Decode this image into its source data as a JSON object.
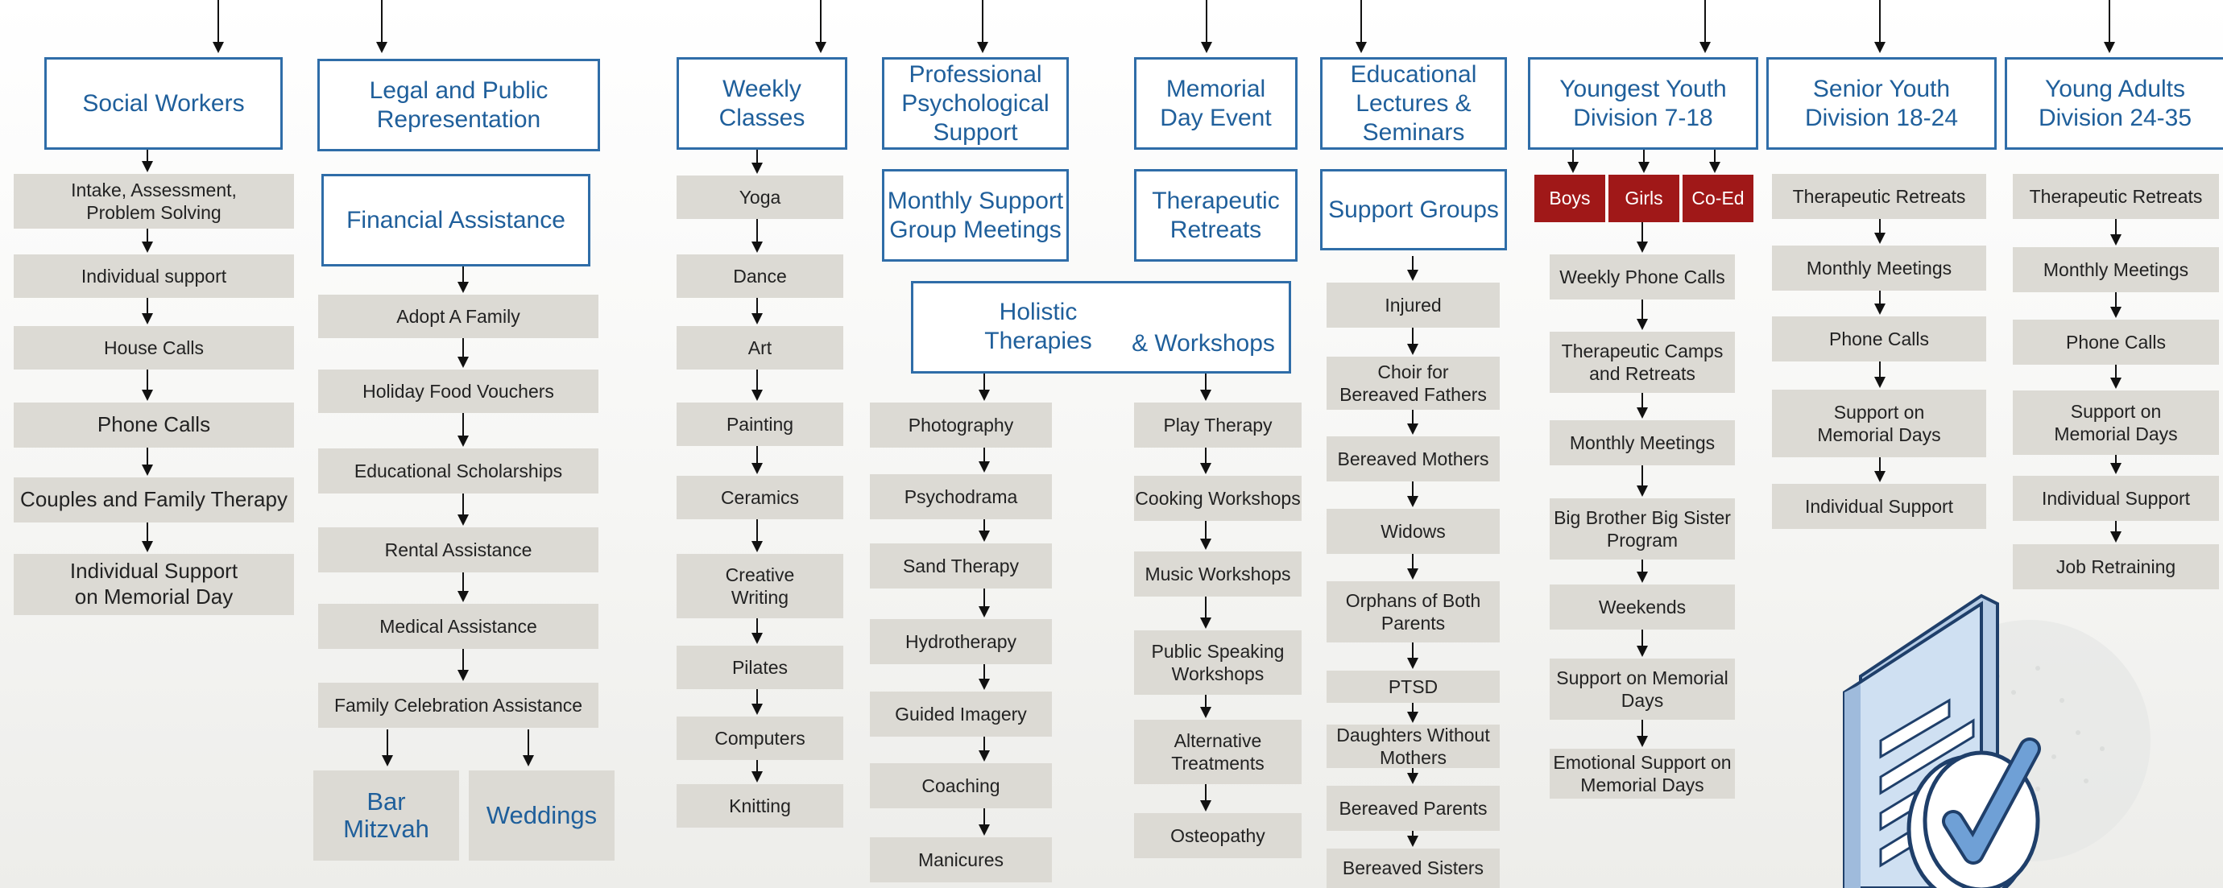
{
  "columns": {
    "social_workers": {
      "header": "Social Workers",
      "items": [
        "Intake, Assessment,\nProblem Solving",
        "Individual support",
        "House Calls",
        "Phone Calls",
        "Couples and Family Therapy",
        "Individual Support\non Memorial Day"
      ]
    },
    "legal": {
      "header": "Legal and Public\nRepresentation",
      "financial_header": "Financial Assistance",
      "items": [
        "Adopt A Family",
        "Holiday Food Vouchers",
        "Educational Scholarships",
        "Rental Assistance",
        "Medical Assistance",
        "Family Celebration Assistance"
      ],
      "celebrations": [
        "Bar\nMitzvah",
        "Weddings"
      ]
    },
    "weekly_classes": {
      "header": "Weekly Classes",
      "items": [
        "Yoga",
        "Dance",
        "Art",
        "Painting",
        "Ceramics",
        "Creative\nWriting",
        "Pilates",
        "Computers",
        "Knitting"
      ]
    },
    "psych": {
      "header": "Professional\nPsychological\nSupport",
      "sub_header": "Monthly Support\nGroup Meetings"
    },
    "memorial": {
      "header": "Memorial\nDay Event",
      "sub_header": "Therapeutic\nRetreats"
    },
    "holistic": {
      "header_left": "Holistic\nTherapies",
      "header_right": "& Workshops",
      "left_items": [
        "Photography",
        "Psychodrama",
        "Sand Therapy",
        "Hydrotherapy",
        "Guided Imagery",
        "Coaching",
        "Manicures"
      ],
      "right_items": [
        "Play Therapy",
        "Cooking Workshops",
        "Music Workshops",
        "Public Speaking\nWorkshops",
        "Alternative\nTreatments",
        "Osteopathy"
      ]
    },
    "educational": {
      "header": "Educational\nLectures &\nSeminars",
      "sub_header": "Support Groups",
      "items": [
        "Injured",
        "Choir for\nBereaved Fathers",
        "Bereaved Mothers",
        "Widows",
        "Orphans of Both\nParents",
        "PTSD",
        "Daughters Without\nMothers",
        "Bereaved Parents",
        "Bereaved Sisters"
      ]
    },
    "youngest": {
      "header": "Youngest Youth\nDivision 7-18",
      "tags": [
        "Boys",
        "Girls",
        "Co-Ed"
      ],
      "items": [
        "Weekly Phone Calls",
        "Therapeutic Camps\nand Retreats",
        "Monthly Meetings",
        "Big Brother Big Sister\nProgram",
        "Weekends",
        "Support on Memorial\nDays",
        "Emotional Support on\nMemorial Days"
      ]
    },
    "senior": {
      "header": "Senior Youth\nDivision 18-24",
      "items": [
        "Therapeutic Retreats",
        "Monthly Meetings",
        "Phone Calls",
        "Support on\nMemorial Days",
        "Individual Support"
      ]
    },
    "young_adults": {
      "header": "Young Adults\nDivision 24-35",
      "items": [
        "Therapeutic Retreats",
        "Monthly Meetings",
        "Phone Calls",
        "Support on\nMemorial Days",
        "Individual Support",
        "Job Retraining"
      ]
    }
  },
  "colors": {
    "header_blue": "#1f5f9b",
    "box_gray": "#dcdad4",
    "tag_red": "#a01818"
  },
  "decoration_icon": "document-check-icon"
}
